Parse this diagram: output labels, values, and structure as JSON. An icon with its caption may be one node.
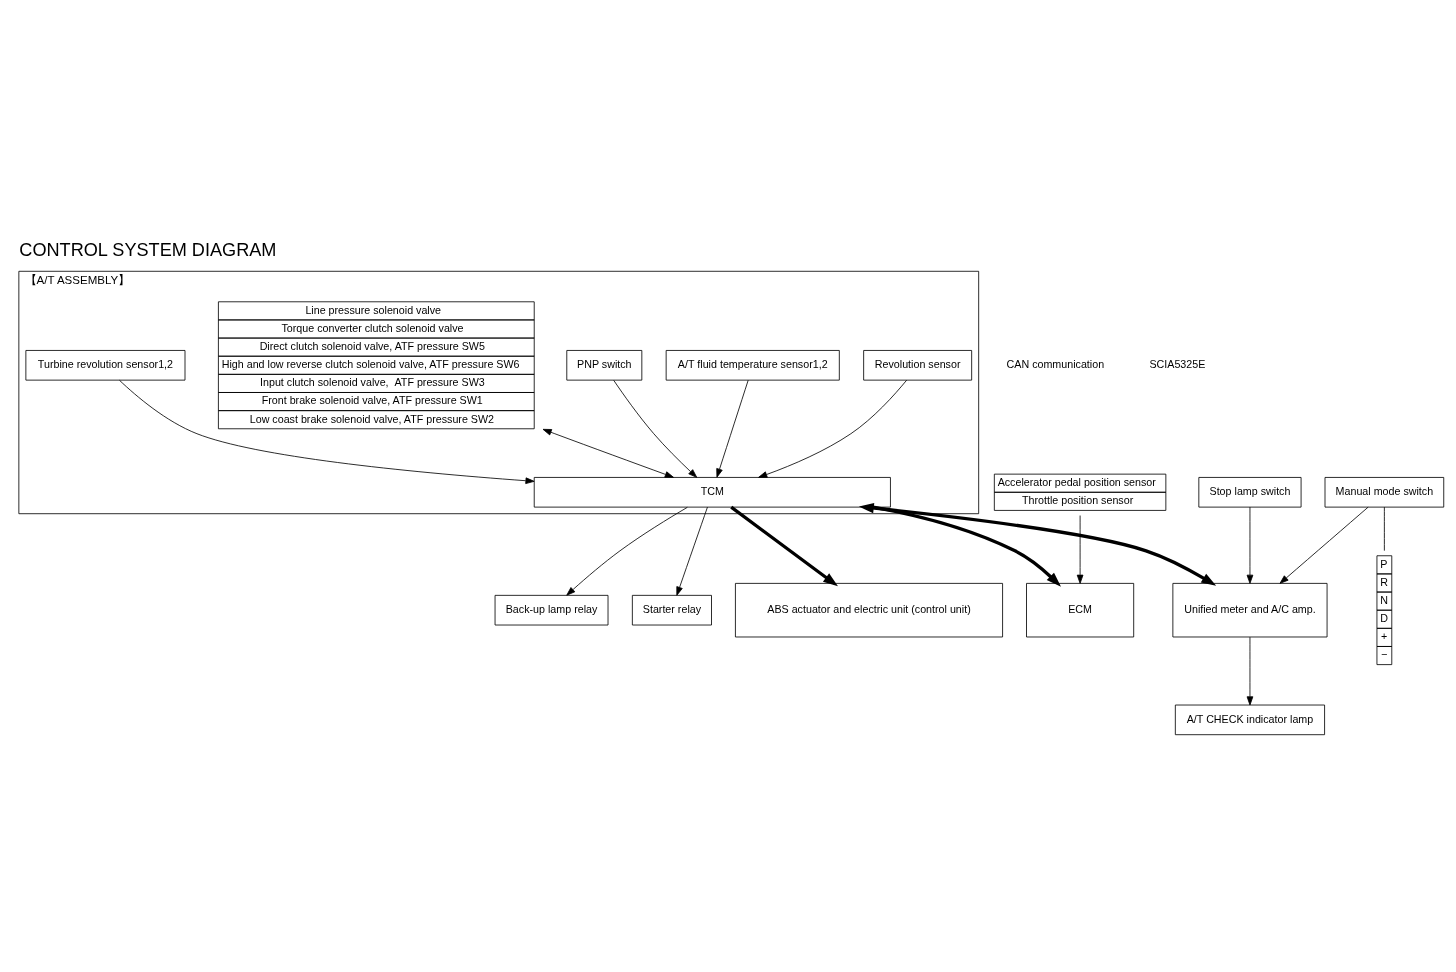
{
  "diagram": {
    "title": "CONTROL SYSTEM DIAGRAM",
    "nodes": [
      {
        "text": [
          "【A/T ASSEMBLY】"
        ]
      },
      {
        "text": [
          "Turbine revolution sensor1,2"
        ],
        "in": 0
      },
      {
        "text": [
          "Revolution sensor"
        ],
        "in": 0
      },
      {
        "text": [
          "A/T fluid temperature sensor1,2"
        ],
        "in": 0
      },
      {
        "text": [
          "PNP switch"
        ],
        "in": 0
      },
      {
        "text": [
          "Line pressure solenoid valve",
          "Torque converter clutch solenoid valve",
          "Direct clutch solenoid valve, ATF pressure SW5",
          "High and low reverse clutch solenoid valve, ATF pressure SW6",
          "Input clutch solenoid valve,  ATF pressure SW3",
          "Front brake solenoid valve, ATF pressure SW1",
          "Low coast brake solenoid valve, ATF pressure SW2"
        ],
        "in": 0
      },
      {
        "text": [
          "TCM"
        ],
        "in": 0
      },
      {
        "text": [
          "Back-up lamp relay"
        ]
      },
      {
        "text": [
          "Starter relay"
        ]
      },
      {
        "text": [
          "ECM"
        ]
      },
      {
        "text": [
          "Unified meter and A/C amp."
        ]
      },
      {
        "text": [
          "ABS actuator and electric unit (control unit)"
        ]
      },
      {
        "text": [
          "Stop lamp switch"
        ]
      },
      {
        "text": [
          "Manual mode switch"
        ]
      },
      {
        "text": [
          "Accelerator pedal position sensor",
          "Throttle position sensor"
        ]
      },
      {
        "text": [
          "A/T CHECK indicator lamp"
        ]
      },
      {
        "text": [
          "P",
          "R",
          "N",
          "D",
          "+",
          "−"
        ]
      }
    ],
    "edges": [
      {
        "from": 1,
        "to": 6,
        "arrow": "to"
      },
      {
        "from": 2,
        "to": 6,
        "arrow": "to"
      },
      {
        "from": 3,
        "to": 6,
        "arrow": "to"
      },
      {
        "from": 4,
        "to": 6,
        "arrow": "to"
      },
      {
        "from": 5,
        "to": 6,
        "arrow": "both"
      },
      {
        "from": 6,
        "to": 7,
        "arrow": "to"
      },
      {
        "from": 6,
        "to": 8,
        "arrow": "to"
      },
      {
        "from": 6,
        "to": 9,
        "arrow": "to",
        "style": "thick"
      },
      {
        "from": 6,
        "to": 10,
        "arrow": "both",
        "style": "thick"
      },
      {
        "from": 6,
        "to": 11,
        "arrow": "to",
        "style": "thick"
      },
      {
        "from": 14,
        "to": 9,
        "arrow": "to"
      },
      {
        "from": 12,
        "to": 10,
        "arrow": "to"
      },
      {
        "from": 13,
        "to": 10,
        "arrow": "to"
      },
      {
        "from": 10,
        "to": 15,
        "arrow": "to"
      },
      {
        "from": 13,
        "to": 16,
        "arrow": "none"
      }
    ],
    "labels": [
      "CAN communication",
      "SCIA5325E"
    ]
  }
}
